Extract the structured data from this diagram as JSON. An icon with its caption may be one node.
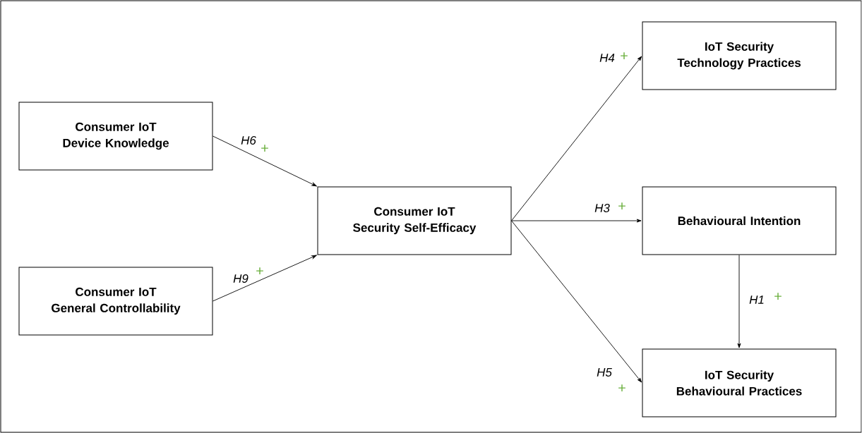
{
  "diagram": {
    "nodes": [
      {
        "text": [
          "Consumer IoT Device Knowledge"
        ]
      },
      {
        "text": [
          "Consumer IoT General Controllability"
        ]
      },
      {
        "text": [
          "Consumer IoT Security Self-Efficacy"
        ]
      },
      {
        "text": [
          "IoT Security Technology Practices"
        ]
      },
      {
        "text": [
          "Behavioural Intention"
        ]
      },
      {
        "text": [
          "IoT Security Behavioural Practices"
        ]
      }
    ],
    "edges": [
      {
        "from": 0,
        "to": 2,
        "arrow": "to",
        "label": "H6"
      },
      {
        "from": 1,
        "to": 2,
        "arrow": "to",
        "label": "H9"
      },
      {
        "from": 2,
        "to": 3,
        "arrow": "to",
        "label": "H4"
      },
      {
        "from": 2,
        "to": 4,
        "arrow": "to",
        "label": "H3"
      },
      {
        "from": 2,
        "to": 5,
        "arrow": "to",
        "label": "H5"
      },
      {
        "from": 4,
        "to": 5,
        "arrow": "to",
        "label": "H1"
      }
    ],
    "labels": [
      "+",
      "+",
      "+",
      "+",
      "+",
      "+"
    ]
  }
}
